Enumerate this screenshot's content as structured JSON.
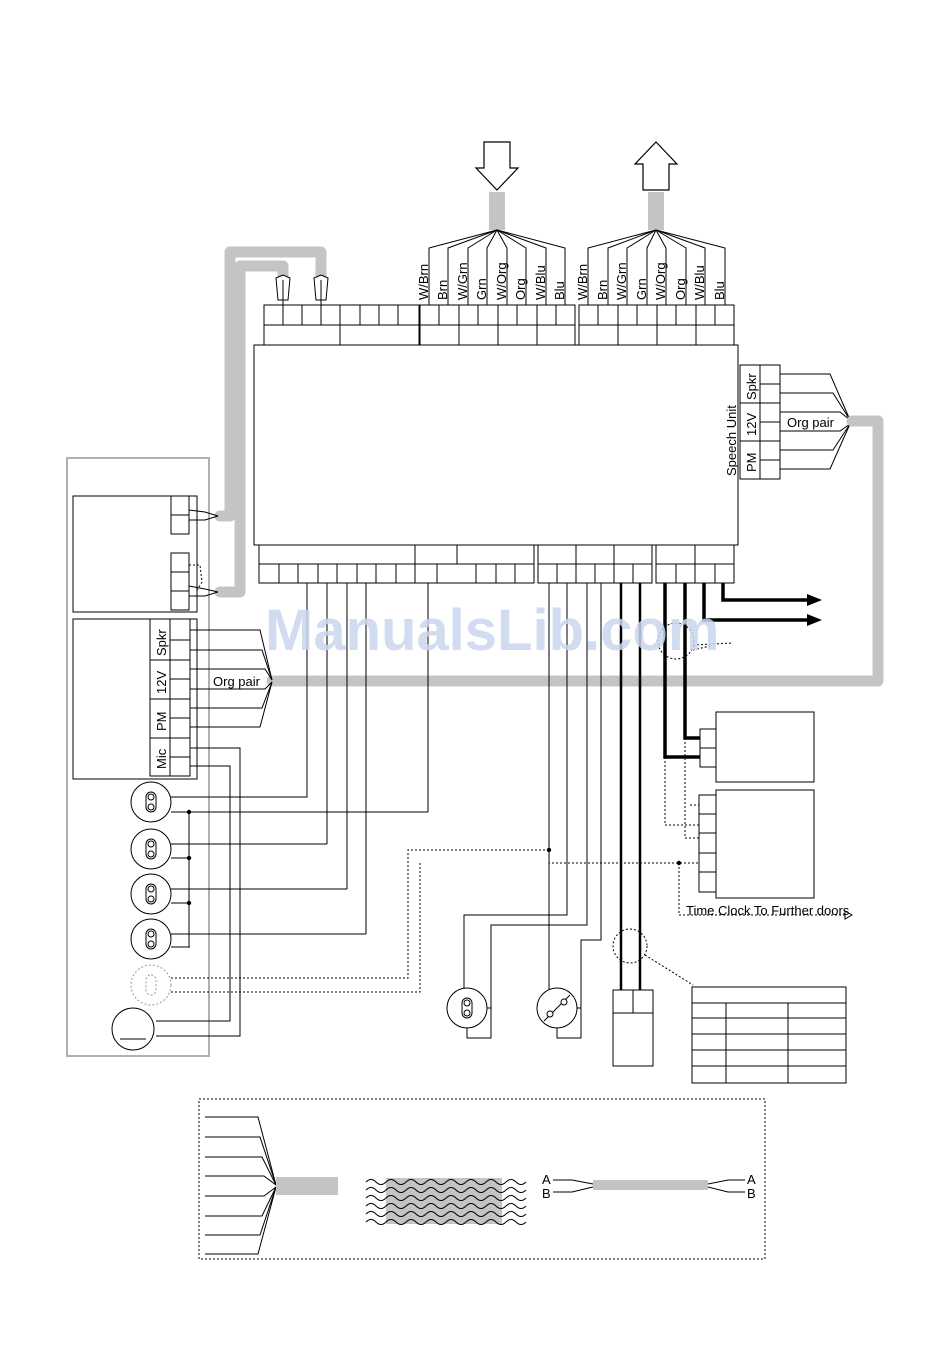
{
  "watermark": "ManualsLib.com",
  "terminal_labels_left": [
    "W/Brn",
    "Brn",
    "W/Grn",
    "Grn",
    "W/Org",
    "Org",
    "W/Blu",
    "Blu"
  ],
  "terminal_labels_right": [
    "W/Brn",
    "Brn",
    "W/Grn",
    "Grn",
    "W/Org",
    "Org",
    "W/Blu",
    "Blu"
  ],
  "speech_unit": {
    "title": "Speech Unit",
    "terminals": [
      "Spkr",
      "12V",
      "PM"
    ]
  },
  "left_panel": {
    "terminals": [
      "Spkr",
      "12V",
      "PM",
      "Mic"
    ]
  },
  "org_pair_labels": [
    "Org pair",
    "Org pair"
  ],
  "time_clock_label": "Time Clock To Further doors",
  "legend": {
    "twisted_pair_ends": [
      "A",
      "B",
      "A",
      "B"
    ]
  }
}
